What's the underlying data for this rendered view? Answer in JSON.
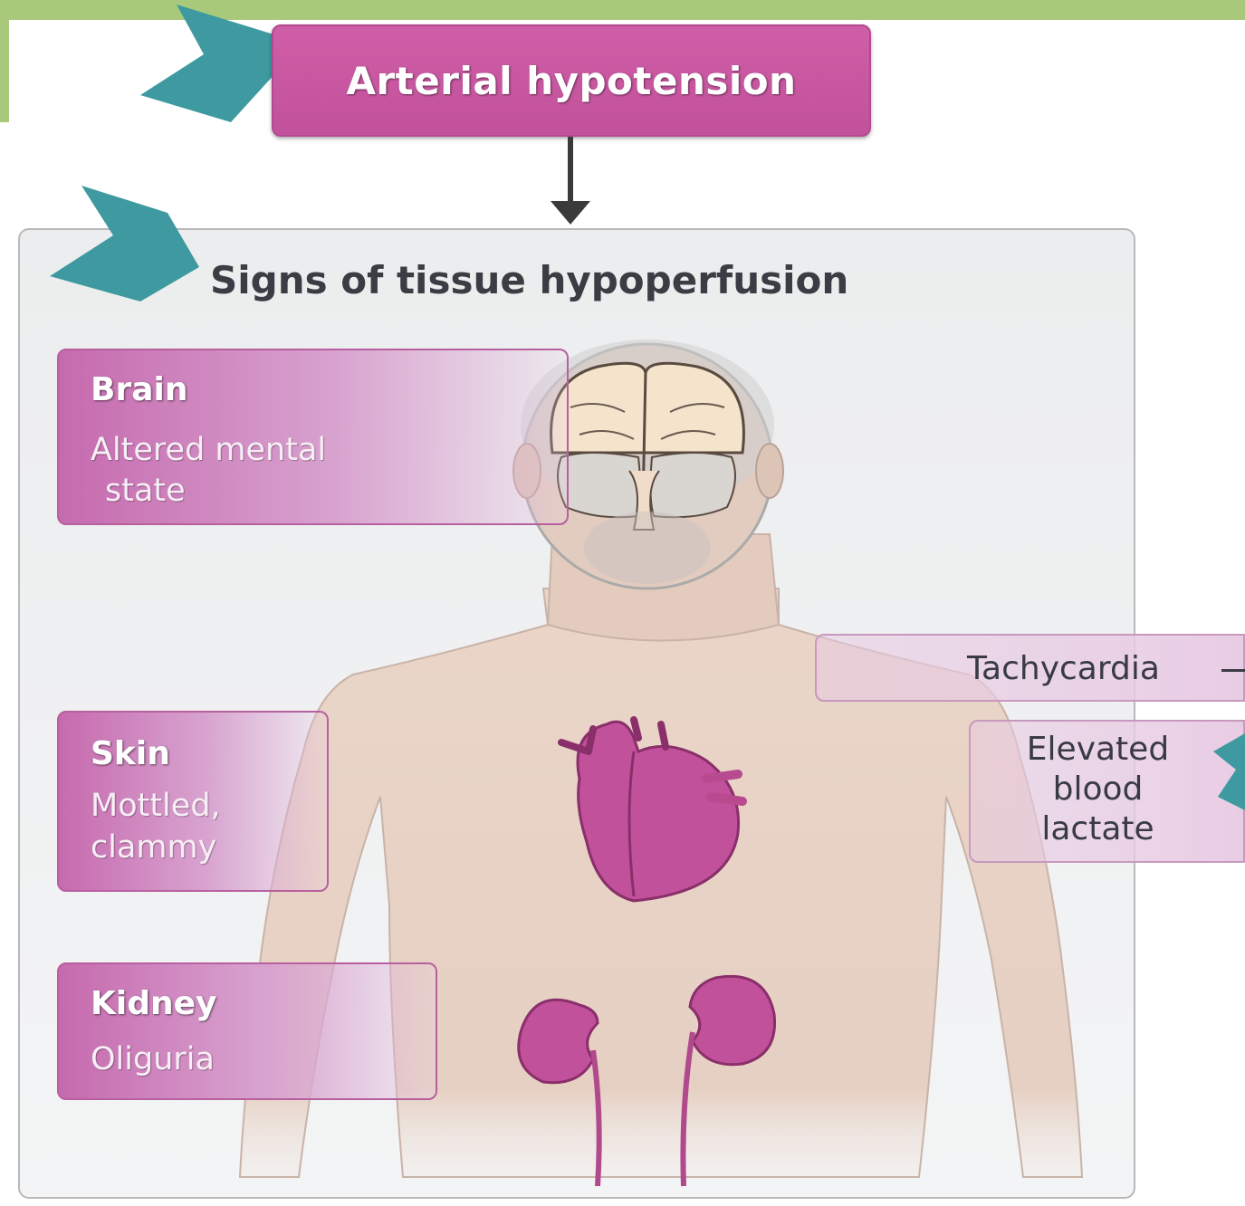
{
  "header": {
    "title": "Arterial hypotension"
  },
  "panel": {
    "title": "Signs of tissue hypoperfusion"
  },
  "signs": {
    "brain": {
      "organ": "Brain",
      "line1": "Altered mental",
      "line2": "state"
    },
    "skin": {
      "organ": "Skin",
      "line1": "Mottled,",
      "line2": "clammy"
    },
    "kidney": {
      "organ": "Kidney",
      "line1": "Oliguria"
    },
    "tachycardia": "Tachycardia",
    "lactate": {
      "line1": "Elevated",
      "line2": "blood",
      "line3": "lactate"
    }
  },
  "colors": {
    "accent_teal": "#3e9aa0",
    "organ_magenta": "#c2519b",
    "frame_green": "#a9c97a"
  }
}
